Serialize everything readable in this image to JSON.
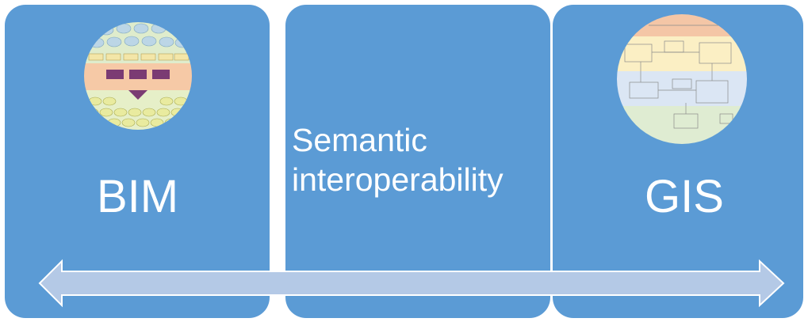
{
  "panels": {
    "left": {
      "label": "BIM"
    },
    "middle": {
      "line1": "Semantic",
      "line2": "interoperability"
    },
    "right": {
      "label": "GIS"
    }
  },
  "colors": {
    "panel": "#5b9bd5",
    "arrow_fill": "#b4c9e6",
    "arrow_stroke": "#ffffff",
    "text": "#ffffff"
  },
  "icons": {
    "left": "bim-ontology-diagram-thumbnail",
    "right": "gis-uml-diagram-thumbnail",
    "arrow": "double-headed-arrow"
  }
}
